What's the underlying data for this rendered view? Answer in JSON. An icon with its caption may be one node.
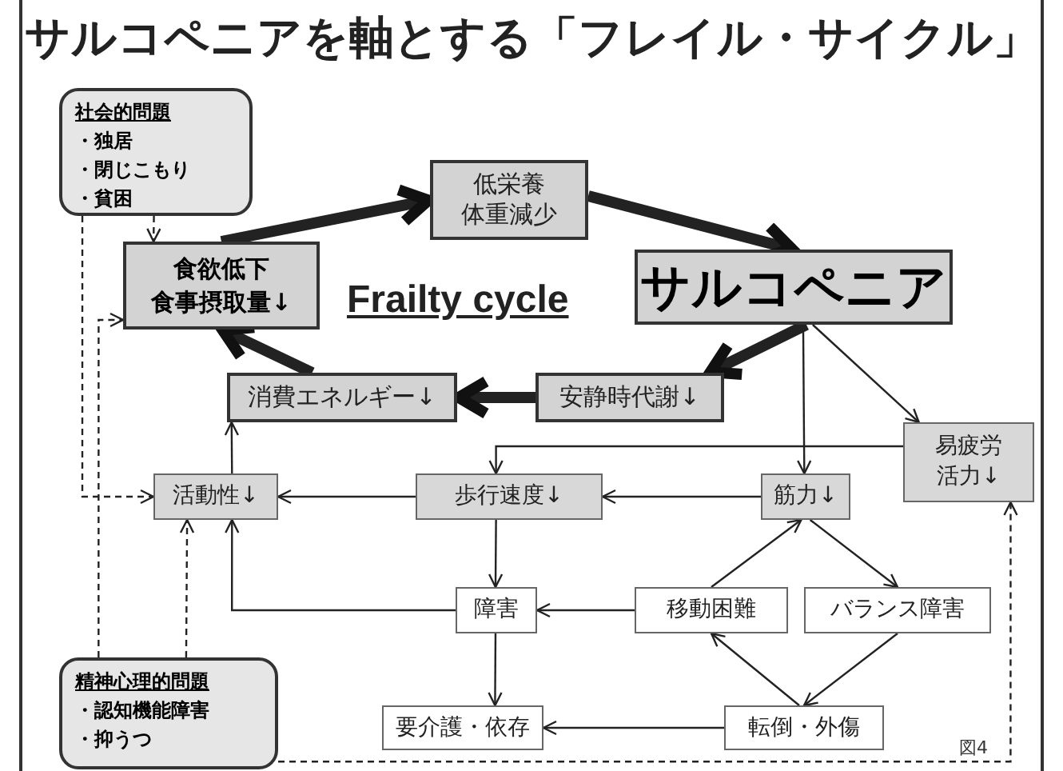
{
  "diagram": {
    "title": "サルコペニアを軸とする「フレイル・サイクル」",
    "nodes": [
      {
        "text": [
          "社会的問題",
          "・独居",
          "・閉じこもり",
          "・貧困"
        ]
      },
      {
        "text": [
          "低栄養",
          "体重減少"
        ]
      },
      {
        "text": [
          "食欲低下",
          "食事摂取量↓"
        ]
      },
      {
        "text": [
          "サルコペニア"
        ]
      },
      {
        "text": [
          "消費エネルギー↓"
        ]
      },
      {
        "text": [
          "安静時代謝↓"
        ]
      },
      {
        "text": [
          "易疲労",
          "活力↓"
        ]
      },
      {
        "text": [
          "活動性↓"
        ]
      },
      {
        "text": [
          "歩行速度↓"
        ]
      },
      {
        "text": [
          "筋力↓"
        ]
      },
      {
        "text": [
          "障害"
        ]
      },
      {
        "text": [
          "移動困難"
        ]
      },
      {
        "text": [
          "バランス障害"
        ]
      },
      {
        "text": [
          "精神心理的問題",
          "・認知機能障害",
          "・抑うつ"
        ]
      },
      {
        "text": [
          "要介護・依存"
        ]
      },
      {
        "text": [
          "転倒・外傷"
        ]
      }
    ],
    "edges": [
      {
        "from": 2,
        "to": 1,
        "arrow": "to",
        "style": "thick"
      },
      {
        "from": 1,
        "to": 3,
        "arrow": "to",
        "style": "thick"
      },
      {
        "from": 3,
        "to": 5,
        "arrow": "to",
        "style": "thick"
      },
      {
        "from": 5,
        "to": 4,
        "arrow": "to",
        "style": "thick"
      },
      {
        "from": 4,
        "to": 2,
        "arrow": "to",
        "style": "thick"
      },
      {
        "from": 0,
        "to": 2,
        "arrow": "to",
        "style": "dashed"
      },
      {
        "from": 0,
        "to": 7,
        "arrow": "to",
        "style": "dashed"
      },
      {
        "from": 13,
        "to": 2,
        "arrow": "to",
        "style": "dashed"
      },
      {
        "from": 13,
        "to": 7,
        "arrow": "to",
        "style": "dashed"
      },
      {
        "from": 13,
        "to": 6,
        "arrow": "to",
        "style": "dashed"
      },
      {
        "from": 3,
        "to": 9,
        "arrow": "to"
      },
      {
        "from": 3,
        "to": 6,
        "arrow": "to"
      },
      {
        "from": 6,
        "to": 8,
        "arrow": "to"
      },
      {
        "from": 9,
        "to": 8,
        "arrow": "to"
      },
      {
        "from": 8,
        "to": 7,
        "arrow": "to"
      },
      {
        "from": 7,
        "to": 4,
        "arrow": "to"
      },
      {
        "from": 8,
        "to": 10,
        "arrow": "to"
      },
      {
        "from": 11,
        "to": 10,
        "arrow": "to"
      },
      {
        "from": 10,
        "to": 7,
        "arrow": "to"
      },
      {
        "from": 10,
        "to": 14,
        "arrow": "to"
      },
      {
        "from": 11,
        "to": 9,
        "arrow": "to"
      },
      {
        "from": 9,
        "to": 12,
        "arrow": "to"
      },
      {
        "from": 12,
        "to": 15,
        "arrow": "to"
      },
      {
        "from": 15,
        "to": 11,
        "arrow": "to"
      },
      {
        "from": 15,
        "to": 14,
        "arrow": "to"
      }
    ],
    "labels": [
      "Frailty cycle",
      "図4"
    ]
  }
}
